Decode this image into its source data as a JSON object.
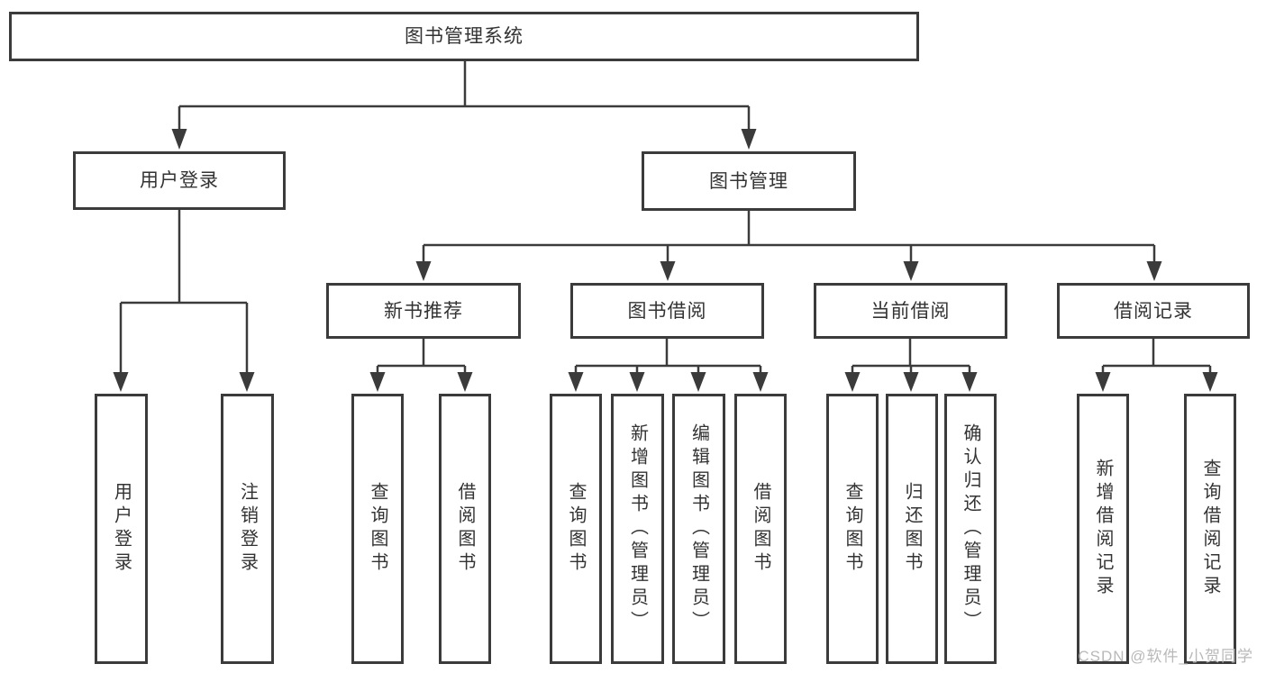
{
  "diagram_title": "图书管理系统",
  "tree": {
    "label": "图书管理系统",
    "children": [
      {
        "label": "用户登录",
        "children": [
          {
            "label": "用户登录"
          },
          {
            "label": "注销登录"
          }
        ]
      },
      {
        "label": "图书管理",
        "children": [
          {
            "label": "新书推荐",
            "children": [
              {
                "label": "查询图书"
              },
              {
                "label": "借阅图书"
              }
            ]
          },
          {
            "label": "图书借阅",
            "children": [
              {
                "label": "查询图书"
              },
              {
                "label": "新增图书（管理员）"
              },
              {
                "label": "编辑图书（管理员）"
              },
              {
                "label": "借阅图书"
              }
            ]
          },
          {
            "label": "当前借阅",
            "children": [
              {
                "label": "查询图书"
              },
              {
                "label": "归还图书"
              },
              {
                "label": "确认归还（管理员）"
              }
            ]
          },
          {
            "label": "借阅记录",
            "children": [
              {
                "label": "新增借阅记录"
              },
              {
                "label": "查询借阅记录"
              }
            ]
          }
        ]
      }
    ]
  },
  "watermark": "CSDN @软件_小贺同学",
  "colors": {
    "line": "#3b3b3b",
    "box_border": "#3b3b3b",
    "text": "#333333",
    "background": "#ffffff",
    "watermark": "#b9b9b9"
  }
}
